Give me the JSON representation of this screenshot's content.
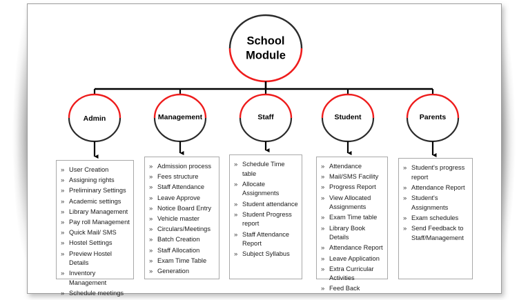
{
  "diagram": {
    "title": "School Module organization chart",
    "colors": {
      "branch_arc": "#ee1c1c",
      "node_arc_dark": "#2b2b2b",
      "connector": "#000000",
      "box_border": "#a8a8a8",
      "page_border": "#9b9b9b",
      "text": "#1a1a1a",
      "background": "#ffffff"
    },
    "bullet_glyph": "»",
    "root": {
      "label_line1": "School",
      "label_line2": "Module"
    },
    "branches": [
      {
        "id": "admin",
        "label": "Admin",
        "items": [
          "User Creation",
          "Assigning rights",
          "Preliminary Settings",
          "Academic settings",
          "Library Management",
          "Pay roll Management",
          "Quick Mail/ SMS",
          "Hostel Settings",
          "Preview Hostel Details",
          "Inventory Management",
          "Schedule meetings"
        ]
      },
      {
        "id": "management",
        "label": "Management",
        "items": [
          "Admission process",
          "Fees structure",
          "Staff Attendance",
          "Leave Approve",
          "Notice Board Entry",
          "Vehicle master",
          "Circulars/Meetings",
          "Batch Creation",
          "Staff Allocation",
          "Exam Time Table",
          "Generation"
        ]
      },
      {
        "id": "staff",
        "label": "Staff",
        "items": [
          "Schedule Time table",
          "Allocate Assignments",
          "Student attendance",
          "Student Progress report",
          "Staff Attendance Report",
          "Subject Syllabus"
        ]
      },
      {
        "id": "student",
        "label": "Student",
        "items": [
          "Attendance",
          "Mail/SMS Facility",
          "Progress Report",
          "View Allocated\nAssignments",
          "Exam Time table",
          "Library Book Details",
          "Attendance Report",
          "Leave Application",
          "Extra Curricular\nActivities",
          "Feed Back"
        ]
      },
      {
        "id": "parents",
        "label": "Parents",
        "items": [
          "Student's progress report",
          "Attendance Report",
          "Student's Assignments",
          "Exam schedules",
          "Send Feedback to\nStaff/Management"
        ]
      }
    ]
  }
}
